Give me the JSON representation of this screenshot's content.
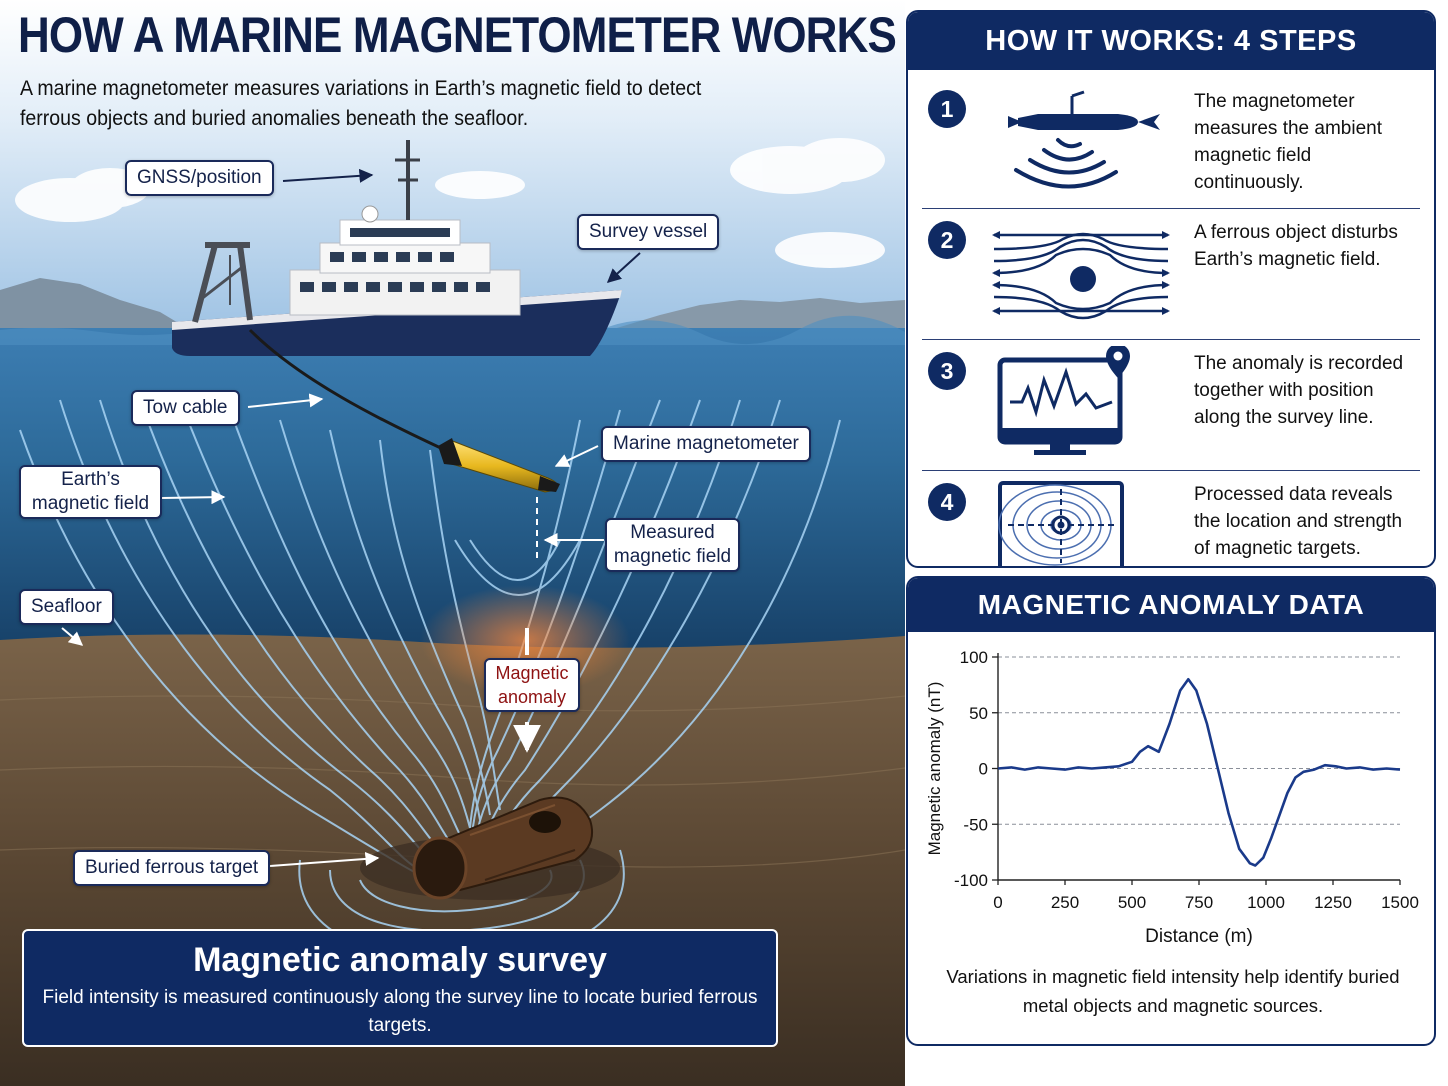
{
  "title": "HOW A MARINE MAGNETOMETER WORKS",
  "subtitle": "A marine magnetometer measures variations in Earth’s magnetic field to detect ferrous objects and buried anomalies beneath the seafloor.",
  "callouts": {
    "gnss": "GNSS/position",
    "vessel": "Survey vessel",
    "tow_cable": "Tow cable",
    "magnetometer": "Marine magnetometer",
    "earth_field": "Earth’s magnetic field",
    "measured_field": "Measured magnetic field",
    "seafloor": "Seafloor",
    "anomaly": "Magnetic anomaly",
    "target": "Buried ferrous target"
  },
  "survey": {
    "title": "Magnetic anomaly survey",
    "description": "Field intensity is measured continuously along the survey line to locate buried ferrous targets."
  },
  "steps_panel": {
    "title": "HOW IT WORKS: 4 STEPS",
    "steps": [
      {
        "number": "1",
        "icon": "magnetometer-sensor-icon",
        "text": "The magnetometer measures the ambient magnetic field continuously."
      },
      {
        "number": "2",
        "icon": "field-disturbance-icon",
        "text": "A ferrous object disturbs Earth’s magnetic field."
      },
      {
        "number": "3",
        "icon": "monitor-graph-icon",
        "text": "The anomaly is recorded together with position along the survey line."
      },
      {
        "number": "4",
        "icon": "contour-map-icon",
        "text": "Processed data reveals the location and strength of magnetic targets."
      }
    ]
  },
  "chart_panel": {
    "title": "MAGNETIC ANOMALY DATA",
    "caption": "Variations in magnetic field intensity help identify buried metal objects and magnetic sources."
  },
  "colors": {
    "navy": "#0f2a63",
    "curve": "#1a3a8a",
    "field_lines": "#a8d4f5",
    "water": "#2d6a99",
    "seafloor": "#6b5640"
  },
  "chart_data": {
    "type": "line",
    "title": "",
    "xlabel": "Distance (m)",
    "ylabel": "Magnetic anomaly (nT)",
    "xlim": [
      0,
      1500
    ],
    "ylim": [
      -100,
      100
    ],
    "xticks": [
      0,
      250,
      500,
      750,
      1000,
      1250,
      1500
    ],
    "yticks": [
      100,
      50,
      0,
      -50,
      -100
    ],
    "grid": "horizontal dashed",
    "series": [
      {
        "x": [
          0,
          50,
          100,
          150,
          200,
          250,
          300,
          350,
          400,
          450,
          500,
          530,
          560,
          600,
          640,
          680,
          710,
          740,
          780,
          820,
          860,
          900,
          940,
          960,
          990,
          1020,
          1050,
          1080,
          1110,
          1140,
          1180,
          1220,
          1260,
          1300,
          1350,
          1400,
          1450,
          1500
        ],
        "y": [
          0,
          1,
          -1,
          1,
          0,
          -1,
          1,
          0,
          1,
          2,
          6,
          15,
          20,
          15,
          40,
          70,
          80,
          70,
          40,
          0,
          -40,
          -72,
          -85,
          -87,
          -80,
          -62,
          -42,
          -22,
          -8,
          -3,
          -1,
          3,
          2,
          0,
          1,
          -1,
          0,
          -1
        ]
      }
    ]
  }
}
